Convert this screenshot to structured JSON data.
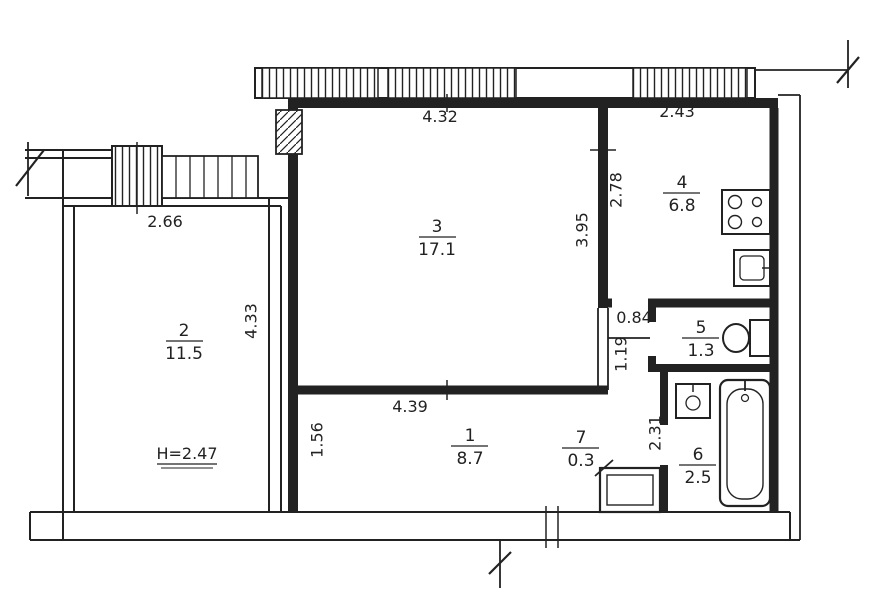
{
  "plan": {
    "rooms": [
      {
        "number": "1",
        "area": "8.7"
      },
      {
        "number": "2",
        "area": "11.5"
      },
      {
        "number": "3",
        "area": "17.1"
      },
      {
        "number": "4",
        "area": "6.8"
      },
      {
        "number": "5",
        "area": "1.3"
      },
      {
        "number": "6",
        "area": "2.5"
      },
      {
        "number": "7",
        "area": "0.3"
      }
    ],
    "dimensions_m": {
      "room3_width_top": "4.32",
      "room4_width": "2.43",
      "room4_depth": "2.78",
      "room3_depth": "3.95",
      "entry_width": "2.66",
      "room2_depth": "4.33",
      "vestibule_width": "0.84",
      "vestibule_depth": "1.19",
      "room3_width_bottom": "4.39",
      "room1_depth": "1.56",
      "room6_depth": "2.31"
    },
    "ceiling_height_label": "H=2.47",
    "fixtures": [
      "stove-icon",
      "kitchen-sink-icon",
      "toilet-icon",
      "washbasin-icon",
      "bathtub-icon"
    ],
    "colors": {
      "ink": "#222222",
      "paper": "#ffffff"
    }
  }
}
